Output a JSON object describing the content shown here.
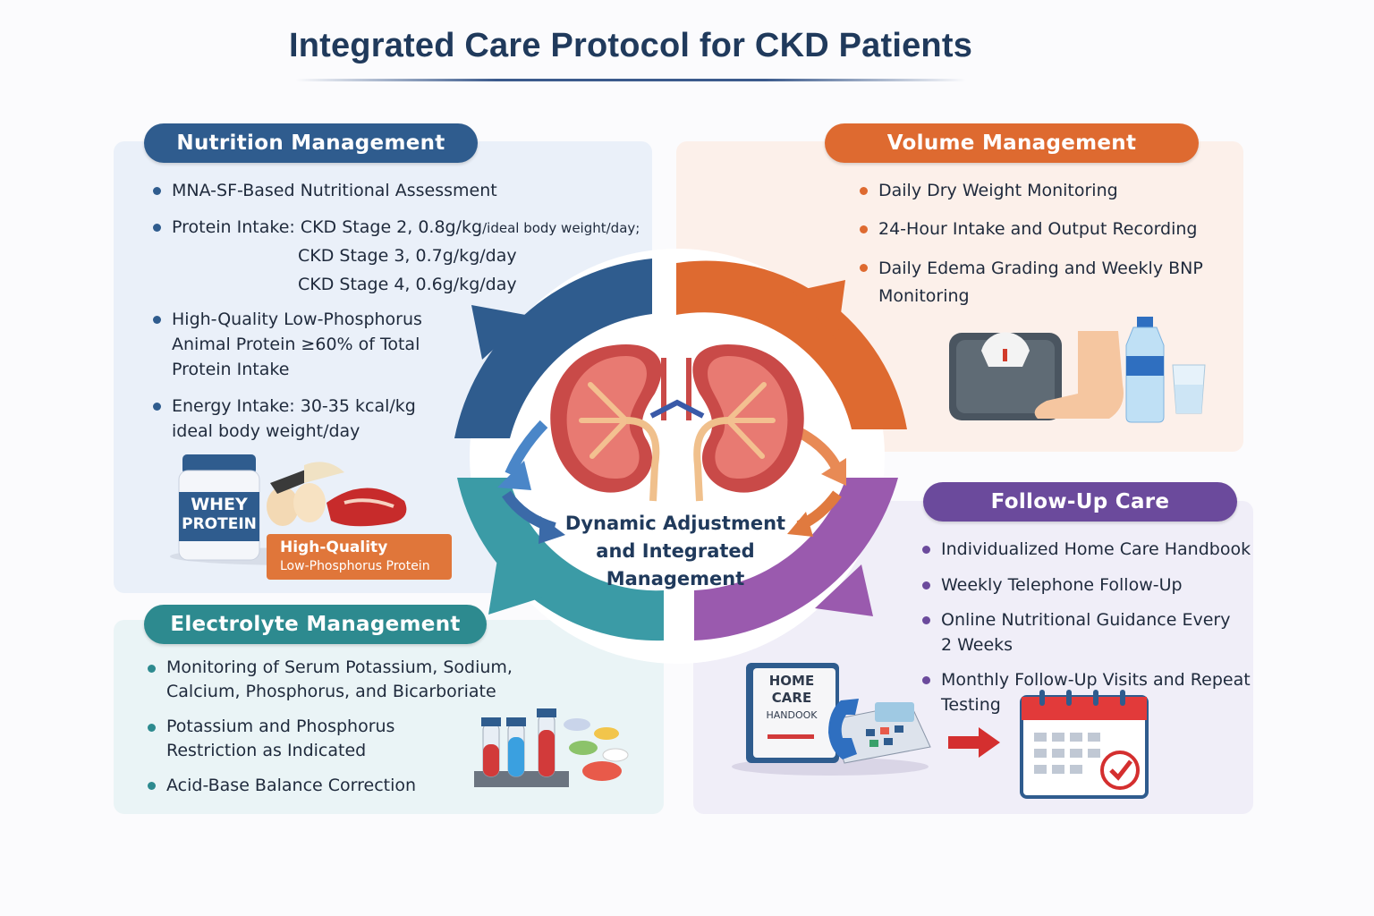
{
  "title": "Integrated Care Protocol for CKD Patients",
  "center_label": [
    "Dynamic Adjustment",
    "and Integrated",
    "Management"
  ],
  "colors": {
    "nutrition": "#2f5c8e",
    "volume": "#de6a30",
    "electrolyte": "#2d8a8f",
    "followup": "#6b4a9c"
  },
  "nutrition": {
    "heading": "Nutrition Management",
    "bullet1": "MNA-SF-Based Nutritional Assessment",
    "bullet2_a": "Protein Intake: CKD Stage 2, 0.8g/kg",
    "bullet2_a_small": "/ideal body weight/day;",
    "bullet2_b": "CKD Stage 3, 0.7g/kg/day",
    "bullet2_c": "CKD Stage 4, 0.6g/kg/day",
    "bullet3": [
      "High-Quality Low-Phosphorus",
      "Animal Protein ≥60% of Total",
      "Protein Intake"
    ],
    "bullet4": [
      "Energy Intake: 30-35 kcal/kg",
      "ideal body weight/day"
    ],
    "jar_label": [
      "WHEY",
      "PROTEIN"
    ],
    "badge": [
      "High-Quality",
      "Low-Phosphorus Protein"
    ]
  },
  "volume": {
    "heading": "Volume Management",
    "bullet1": "Daily Dry Weight Monitoring",
    "bullet2": "24-Hour Intake and Output Recording",
    "bullet3": [
      "Daily Edema Grading and Weekly BNP",
      "Monitoring"
    ]
  },
  "electrolyte": {
    "heading": "Electrolyte Management",
    "bullet1": [
      "Monitoring of Serum Potassium, Sodium,",
      "Calcium, Phosphorus, and Bicarboriate"
    ],
    "bullet2": [
      "Potassium and Phosphorus",
      "Restriction as Indicated"
    ],
    "bullet3": "Acid-Base Balance Correction"
  },
  "followup": {
    "heading": "Follow-Up Care",
    "bullet1": "Individualized Home Care Handbook",
    "bullet2": "Weekly Telephone Follow-Up",
    "bullet3": [
      "Online Nutritional Guidance Every",
      "2 Weeks"
    ],
    "bullet4": [
      "Monthly Follow-Up Visits and Repeat",
      "Testing"
    ],
    "book_label": [
      "HOME",
      "CARE",
      "HANDOOK"
    ]
  },
  "icons": [
    "kidney-icon",
    "whey-jar-icon",
    "eggs-icon",
    "meat-icon",
    "scale-icon",
    "foot-icon",
    "water-bottle-icon",
    "glass-icon",
    "test-tubes-icon",
    "pills-icon",
    "handbook-icon",
    "telephone-icon",
    "calendar-icon",
    "arrow-icon"
  ]
}
